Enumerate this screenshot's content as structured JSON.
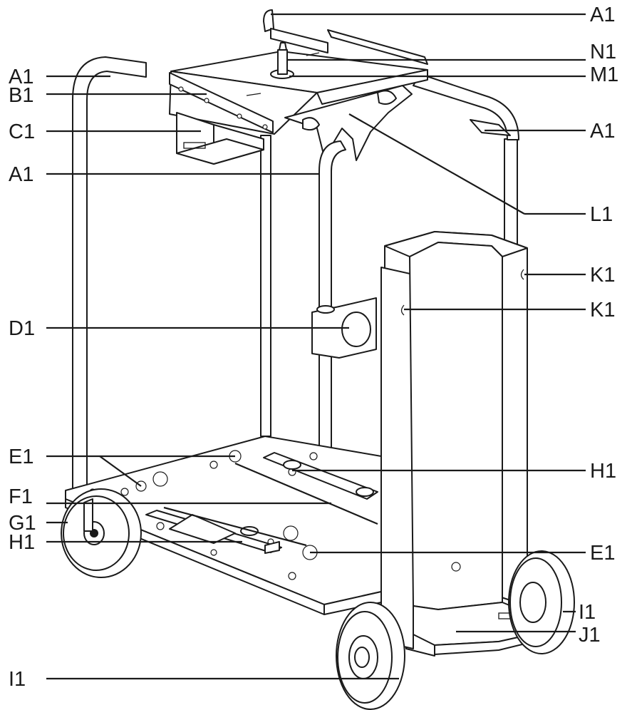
{
  "callouts": {
    "a1_top": "A1",
    "n1": "N1",
    "m1": "M1",
    "a1_right": "A1",
    "l1": "L1",
    "k1_outer": "K1",
    "k1_inner": "K1",
    "h1_right": "H1",
    "e1_right": "E1",
    "i1_right": "I1",
    "j1": "J1",
    "a1_left": "A1",
    "b1": "B1",
    "c1": "C1",
    "a1_mid": "A1",
    "d1": "D1",
    "e1_left": "E1",
    "f1": "F1",
    "g1": "G1",
    "h1_left": "H1",
    "i1_bottom": "I1"
  },
  "colors": {
    "line": "#1a1a1a",
    "background": "#ffffff"
  }
}
